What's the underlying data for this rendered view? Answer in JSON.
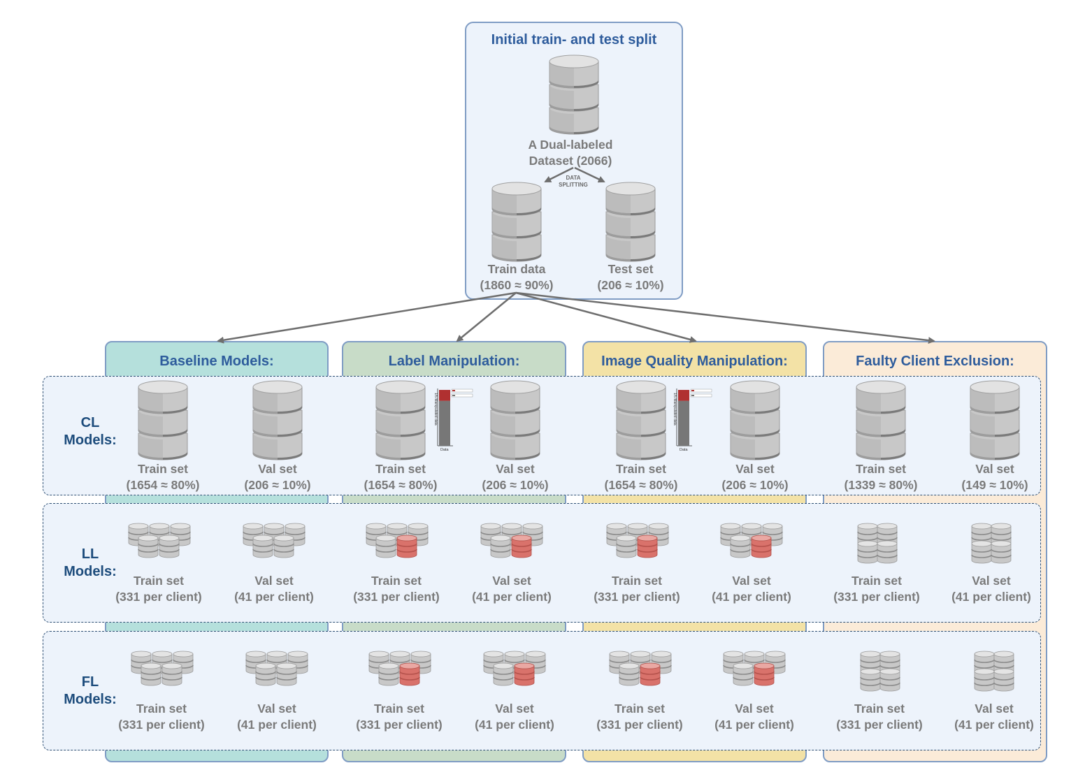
{
  "top": {
    "title": "Initial train- and test split",
    "dataset_line1": "A Dual-labeled",
    "dataset_line2": "Dataset (2066)",
    "splitting_line1": "DATA",
    "splitting_line2": "SPLITTING",
    "train_line1": "Train data",
    "train_line2": "(1860 ≈ 90%)",
    "test_line1": "Test set",
    "test_line2": "(206 ≈ 10%)"
  },
  "columns": [
    {
      "title": "Baseline Models:",
      "color": "#b5e0dc"
    },
    {
      "title": "Label Manipulation:",
      "color": "#c8dcc8"
    },
    {
      "title": "Image Quality Manipulation:",
      "color": "#f3e2a6"
    },
    {
      "title": "Faulty Client Exclusion:",
      "color": "#fbebd8"
    }
  ],
  "rows": [
    {
      "label_line1": "CL",
      "label_line2": "Models:"
    },
    {
      "label_line1": "LL",
      "label_line2": "Models:"
    },
    {
      "label_line1": "FL",
      "label_line2": "Models:"
    }
  ],
  "cl": [
    {
      "train1": "Train set",
      "train2": "(1654 ≈ 80%)",
      "val1": "Val set",
      "val2": "(206 ≈ 10%)"
    },
    {
      "train1": "Train set",
      "train2": "(1654 ≈ 80%)",
      "val1": "Val set",
      "val2": "(206 ≈ 10%)"
    },
    {
      "train1": "Train set",
      "train2": "(1654 ≈ 80%)",
      "val1": "Val set",
      "val2": "(206 ≈ 10%)"
    },
    {
      "train1": "Train set",
      "train2": "(1339 ≈ 80%)",
      "val1": "Val set",
      "val2": "(149 ≈ 10%)"
    }
  ],
  "ll": [
    {
      "train1": "Train set",
      "train2": "(331 per client)",
      "val1": "Val set",
      "val2": "(41 per client)"
    },
    {
      "train1": "Train set",
      "train2": "(331 per client)",
      "val1": "Val set",
      "val2": "(41 per client)"
    },
    {
      "train1": "Train set",
      "train2": "(331 per client)",
      "val1": "Val set",
      "val2": "(41 per client)"
    },
    {
      "train1": "Train set",
      "train2": "(331 per client)",
      "val1": "Val set",
      "val2": "(41 per client)"
    }
  ],
  "fl": [
    {
      "train1": "Train set",
      "train2": "(331 per client)",
      "val1": "Val set",
      "val2": "(41 per client)"
    },
    {
      "train1": "Train set",
      "train2": "(331 per client)",
      "val1": "Val set",
      "val2": "(41 per client)"
    },
    {
      "train1": "Train set",
      "train2": "(331 per client)",
      "val1": "Val set",
      "val2": "(41 per client)"
    },
    {
      "train1": "Train set",
      "train2": "(331 per client)",
      "val1": "Val set",
      "val2": "(41 per client)"
    }
  ],
  "mini_chart": {
    "ylabel": "1/5 Manipulated data",
    "xlabel": "Data",
    "manipulated_fraction": 0.2,
    "manipulated_color": "#b03030",
    "clean_color": "#777777"
  }
}
